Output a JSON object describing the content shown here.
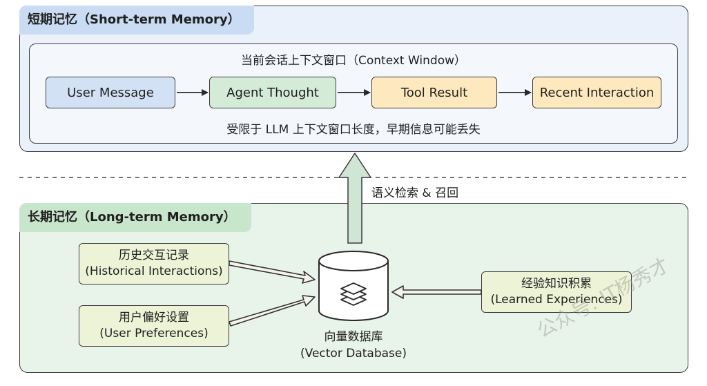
{
  "short_term": {
    "title": "短期记忆（Short-term Memory）",
    "context_window": {
      "title": "当前会话上下文窗口（Context Window）",
      "nodes": [
        "User Message",
        "Agent Thought",
        "Tool Result",
        "Recent Interaction"
      ],
      "note": "受限于 LLM 上下文窗口长度，早期信息可能丢失"
    },
    "colors": {
      "panel": "#eaf1fb",
      "tab": "#c9dcf4"
    }
  },
  "retrieval_label": "语义检索 & 召回",
  "long_term": {
    "title": "长期记忆（Long-term Memory）",
    "sources": {
      "history": {
        "zh": "历史交互记录",
        "en": "(Historical Interactions)"
      },
      "preferences": {
        "zh": "用户偏好设置",
        "en": "(User Preferences)"
      },
      "experiences": {
        "zh": "经验知识积累",
        "en": "(Learned Experiences)"
      }
    },
    "database": {
      "zh": "向量数据库",
      "en": "(Vector Database)",
      "icon": "layers-icon"
    },
    "colors": {
      "panel": "#e8f3ea",
      "tab": "#c8e6cc",
      "source_box": "#ecf3d6"
    }
  },
  "watermark": "公众号: IT杨秀才"
}
